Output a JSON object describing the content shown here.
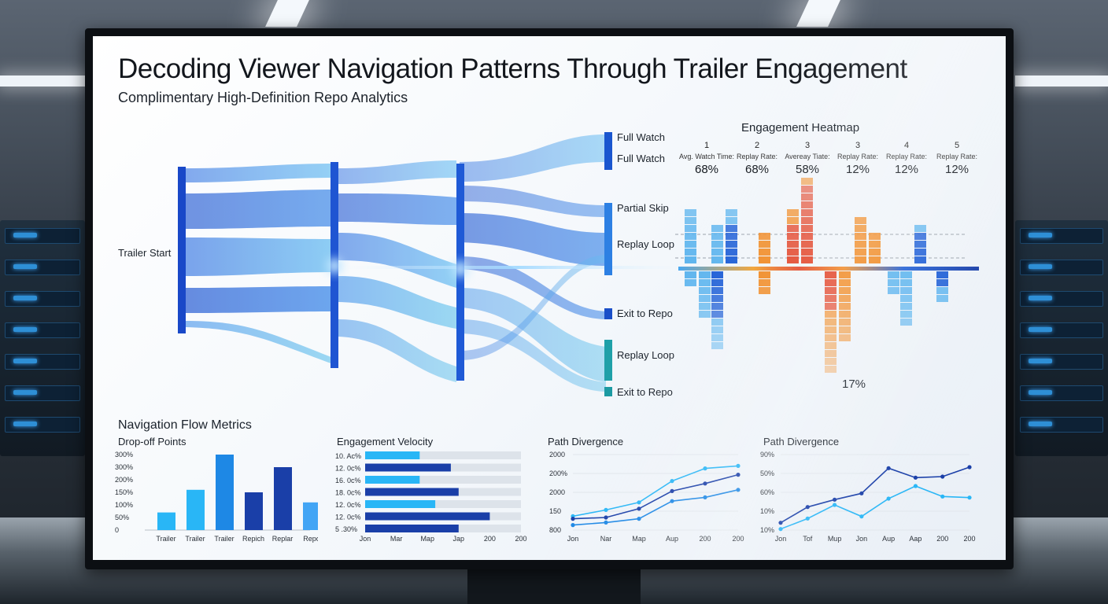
{
  "header": {
    "title": "Decoding Viewer Navigation Patterns Through Trailer Engagement",
    "subtitle": "Complimentary High-Definition Repo Analytics"
  },
  "sankey": {
    "source_label": "Trailer Start",
    "targets": [
      "Full Watch",
      "Full Watch",
      "Partial Skip",
      "Replay Loop",
      "Exit to Repo",
      "Replay Loop",
      "Exit to Repo"
    ]
  },
  "heatmap": {
    "title": "Engagement Heatmap",
    "columns": [
      {
        "num": "1",
        "metric": "Avg. Watch Time:",
        "value": "68%"
      },
      {
        "num": "2",
        "metric": "Replay Rate:",
        "value": "68%"
      },
      {
        "num": "3",
        "metric": "Avereay Tiate:",
        "value": "58%"
      },
      {
        "num": "3",
        "metric": "Replay Rate:",
        "value": "12%"
      },
      {
        "num": "4",
        "metric": "Replay Rate:",
        "value": "12%"
      },
      {
        "num": "5",
        "metric": "Replay Rate:",
        "value": "12%"
      }
    ],
    "footer_value": "17%",
    "colors": {
      "blue": "#1f5fd6",
      "light_blue": "#5fb5ee",
      "orange": "#f08a24",
      "red": "#e2462b"
    }
  },
  "metrics": {
    "section_title": "Navigation Flow Metrics"
  },
  "chart_data": [
    {
      "type": "bar",
      "title": "Drop-off Points",
      "categories": [
        "Trailer",
        "Trailer",
        "Trailer",
        "Repich",
        "Replar",
        "Repo"
      ],
      "values": [
        70,
        160,
        300,
        150,
        250,
        110
      ],
      "y_tick_labels": [
        "0",
        "50%",
        "100%",
        "150%",
        "200%",
        "300%",
        "300%"
      ],
      "colors": [
        "#29b6f6",
        "#29b6f6",
        "#1e88e5",
        "#1a3fa8",
        "#1a3fa8",
        "#42a5f5"
      ]
    },
    {
      "type": "bar",
      "orientation": "horizontal",
      "title": "Engagement Velocity",
      "categories": [
        "10. Ac%",
        "12. 0c%",
        "16. 0c%",
        "18. 0c%",
        "12. 0c%",
        "12. 0c%",
        "5 .30%"
      ],
      "values": [
        0.35,
        0.55,
        0.35,
        0.6,
        0.45,
        0.8,
        0.6
      ],
      "x_tick_labels": [
        "Jon",
        "Mar",
        "Map",
        "Jap",
        "200",
        "200"
      ],
      "colors": [
        "#29b6f6",
        "#1a3fa8",
        "#29b6f6",
        "#1a3fa8",
        "#29b6f6",
        "#1a3fa8",
        "#1a3fa8"
      ]
    },
    {
      "type": "line",
      "title": "Path Divergence",
      "x_tick_labels": [
        "Jon",
        "Nar",
        "Map",
        "Aup",
        "200",
        "200"
      ],
      "y_tick_labels": [
        "800",
        "150",
        "2000",
        "200%",
        "2000"
      ],
      "series": [
        {
          "values": [
            0.55,
            0.8,
            1.1,
            1.95,
            2.45,
            2.55
          ],
          "color": "#29b6f6"
        },
        {
          "values": [
            0.45,
            0.5,
            0.85,
            1.55,
            1.85,
            2.2
          ],
          "color": "#1a3fa8"
        },
        {
          "values": [
            0.2,
            0.3,
            0.45,
            1.15,
            1.3,
            1.6
          ],
          "color": "#1e88e5"
        }
      ],
      "ylim": [
        0,
        3
      ]
    },
    {
      "type": "line",
      "title": "Path Divergence",
      "x_tick_labels": [
        "Jon",
        "Tof",
        "Mup",
        "Jon",
        "Aup",
        "Aap",
        "200",
        "200"
      ],
      "y_tick_labels": [
        "10%",
        "10%",
        "60%",
        "50%",
        "90%"
      ],
      "series": [
        {
          "values": [
            0.35,
            1.1,
            1.45,
            1.75,
            2.95,
            2.5,
            2.55,
            3.0
          ],
          "color": "#1a3fa8"
        },
        {
          "values": [
            0.05,
            0.55,
            1.2,
            0.65,
            1.5,
            2.1,
            1.6,
            1.55
          ],
          "color": "#29b6f6"
        }
      ],
      "ylim": [
        0,
        3.6
      ]
    }
  ]
}
